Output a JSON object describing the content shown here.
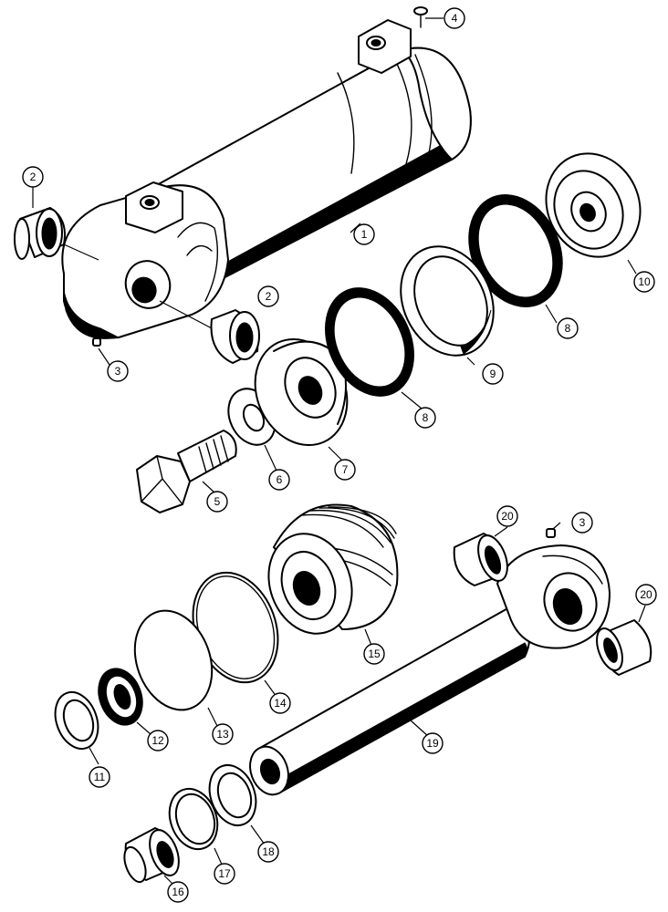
{
  "diagram": {
    "callouts": [
      {
        "key": "c1",
        "label": "1"
      },
      {
        "key": "c2a",
        "label": "2"
      },
      {
        "key": "c2b",
        "label": "2"
      },
      {
        "key": "c3a",
        "label": "3"
      },
      {
        "key": "c3b",
        "label": "3"
      },
      {
        "key": "c4",
        "label": "4"
      },
      {
        "key": "c5",
        "label": "5"
      },
      {
        "key": "c6",
        "label": "6"
      },
      {
        "key": "c7",
        "label": "7"
      },
      {
        "key": "c8a",
        "label": "8"
      },
      {
        "key": "c8b",
        "label": "8"
      },
      {
        "key": "c9",
        "label": "9"
      },
      {
        "key": "c10",
        "label": "10"
      },
      {
        "key": "c11",
        "label": "11"
      },
      {
        "key": "c12",
        "label": "12"
      },
      {
        "key": "c13",
        "label": "13"
      },
      {
        "key": "c14",
        "label": "14"
      },
      {
        "key": "c15",
        "label": "15"
      },
      {
        "key": "c16",
        "label": "16"
      },
      {
        "key": "c17",
        "label": "17"
      },
      {
        "key": "c18",
        "label": "18"
      },
      {
        "key": "c19",
        "label": "19"
      },
      {
        "key": "c20a",
        "label": "20"
      },
      {
        "key": "c20b",
        "label": "20"
      }
    ]
  }
}
